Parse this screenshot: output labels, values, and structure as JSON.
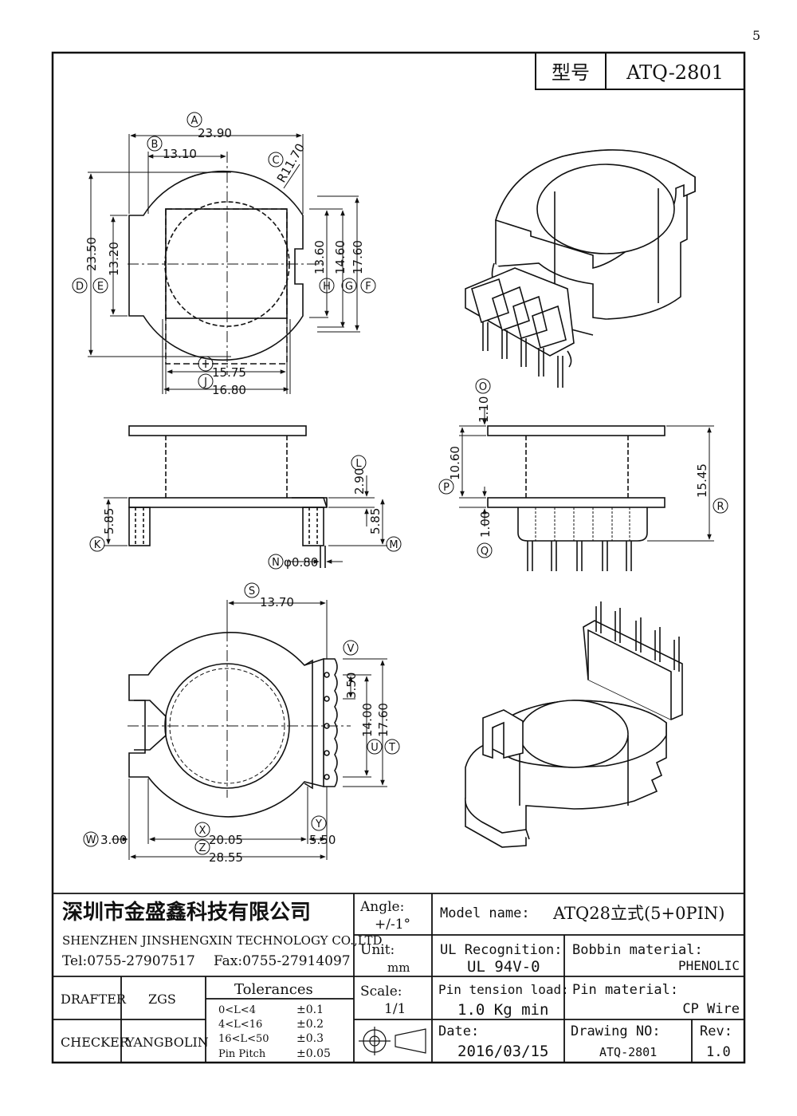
{
  "corner_mark": "5",
  "title_block": {
    "model_label": "型号",
    "model_value": "ATQ-2801"
  },
  "callouts": {
    "A": {
      "letter": "A",
      "value": "23.90"
    },
    "B": {
      "letter": "B",
      "value": "13.10"
    },
    "C": {
      "letter": "C",
      "value": "R11.70"
    },
    "D": {
      "letter": "D",
      "value": "23.50"
    },
    "E": {
      "letter": "E",
      "value": "13.20"
    },
    "F": {
      "letter": "F",
      "value": "17.60"
    },
    "G": {
      "letter": "G",
      "value": "14.60"
    },
    "H": {
      "letter": "H",
      "value": "13.60"
    },
    "I": {
      "letter": "I",
      "value": "15.75"
    },
    "J": {
      "letter": "J",
      "value": "16.80"
    },
    "K": {
      "letter": "K",
      "value": "5.85"
    },
    "L": {
      "letter": "L",
      "value": "2.90"
    },
    "M": {
      "letter": "M",
      "value": "5.85"
    },
    "N": {
      "letter": "N",
      "value": "φ0.80"
    },
    "O": {
      "letter": "O",
      "value": "1.10"
    },
    "P": {
      "letter": "P",
      "value": "10.60"
    },
    "Q": {
      "letter": "Q",
      "value": "1.00"
    },
    "R": {
      "letter": "R",
      "value": "15.45"
    },
    "S": {
      "letter": "S",
      "value": "13.70"
    },
    "T": {
      "letter": "T",
      "value": "17.60"
    },
    "U": {
      "letter": "U",
      "value": "14.00"
    },
    "V": {
      "letter": "V",
      "value": "3.50"
    },
    "W": {
      "letter": "W",
      "value": "3.00"
    },
    "X": {
      "letter": "X",
      "value": "20.05"
    },
    "Y": {
      "letter": "Y",
      "value": "5.50"
    },
    "Z": {
      "letter": "Z",
      "value": "28.55"
    }
  },
  "company": {
    "name_cn": "深圳市金盛鑫科技有限公司",
    "name_en": "SHENZHEN JINSHENGXIN TECHNOLOGY CO.,LTD",
    "tel": "Tel:0755-27907517",
    "fax": "Fax:0755-27914097"
  },
  "angle": {
    "label": "Angle:",
    "value": "+/-1°"
  },
  "unit": {
    "label": "Unit:",
    "value": "mm"
  },
  "scale": {
    "label": "Scale:",
    "value": "1/1"
  },
  "model_name": {
    "label": "Model name:",
    "value": "ATQ28立式(5+0PIN)"
  },
  "ul": {
    "label": "UL Recognition:",
    "value": "UL 94V-0"
  },
  "bobbin_material": {
    "label": "Bobbin material:",
    "value": "PHENOLIC"
  },
  "pin_tension": {
    "label": "Pin tension load:",
    "value": "1.0 Kg min"
  },
  "pin_material": {
    "label": "Pin material:",
    "value": "CP Wire"
  },
  "date": {
    "label": "Date:",
    "value": "2016/03/15"
  },
  "drawing_no": {
    "label": "Drawing NO:",
    "value": "ATQ-2801"
  },
  "rev": {
    "label": "Rev:",
    "value": "1.0"
  },
  "drafter": {
    "label": "DRAFTER",
    "value": "ZGS"
  },
  "checker": {
    "label": "CHECKER",
    "value": "YANGBOLIN"
  },
  "tolerances": {
    "title": "Tolerances",
    "rows": [
      {
        "range": "0<L<4",
        "tol": "±0.1"
      },
      {
        "range": "4<L<16",
        "tol": "±0.2"
      },
      {
        "range": "16<L<50",
        "tol": "±0.3"
      },
      {
        "range": "Pin Pitch",
        "tol": "±0.05"
      }
    ]
  }
}
